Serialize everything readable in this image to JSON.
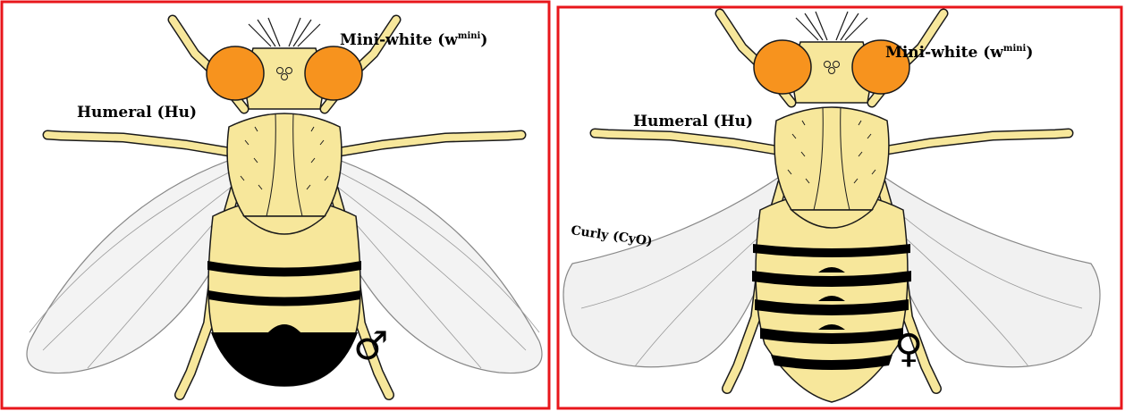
{
  "panels": [
    {
      "id": "male",
      "labels": {
        "humeral": "Humeral (Hu)",
        "mini_white_main": "Mini-white (w",
        "mini_white_sup": "mini",
        "mini_white_close": ")",
        "sex_symbol": "♂"
      }
    },
    {
      "id": "female",
      "labels": {
        "humeral": "Humeral (Hu)",
        "mini_white_main": "Mini-white (w",
        "mini_white_sup": "mini",
        "mini_white_close": ")",
        "curly": "Curly (CyO)",
        "sex_symbol": "♀"
      }
    }
  ],
  "colors": {
    "frame": "#e8161b",
    "body_yellow": "#f7e79b",
    "body_outline": "#1a1a1a",
    "eye_orange": "#f7931e",
    "stripe_black": "#000000",
    "wing_fill": "#eeeeee"
  },
  "icons": [
    "fly-male-illustration",
    "fly-female-illustration",
    "male-symbol-icon",
    "female-symbol-icon"
  ]
}
